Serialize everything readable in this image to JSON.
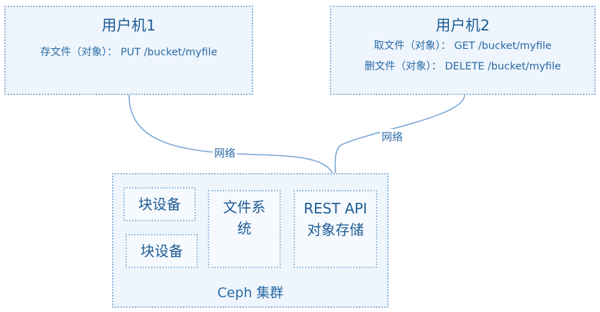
{
  "user1": {
    "title": "用户机1",
    "ops": [
      "存文件（对象）： PUT /bucket/myfile"
    ]
  },
  "user2": {
    "title": "用户机2",
    "ops": [
      "取文件（对象）： GET /bucket/myfile",
      "删文件（对象）： DELETE /bucket/myfile"
    ]
  },
  "network_label": "网络",
  "cluster": {
    "label": "Ceph 集群",
    "block_device_1": "块设备",
    "block_device_2": "块设备",
    "filesystem_line1": "文件系",
    "filesystem_line2": "统",
    "rest_api_line1": "REST API",
    "rest_api_line2": "对象存储"
  },
  "colors": {
    "box_fill": "#eef5fc",
    "border": "#8fb5d9",
    "text": "#1f5c95",
    "arrow": "#7aa7d4"
  }
}
